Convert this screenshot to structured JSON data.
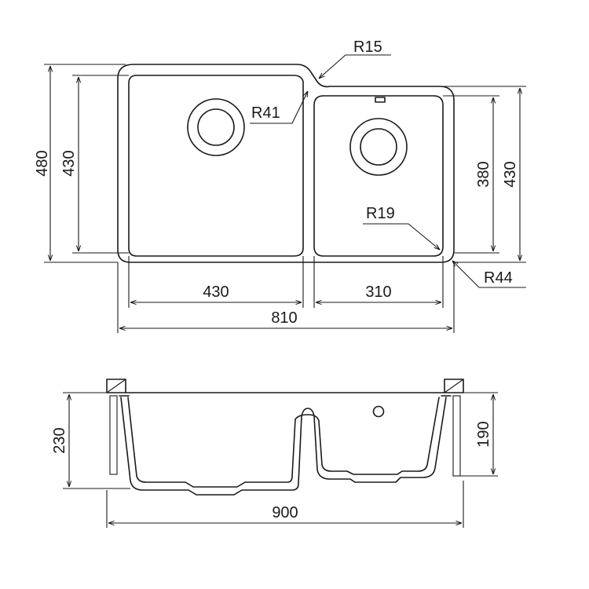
{
  "top_view": {
    "dims": {
      "overall_height": "480",
      "left_bowl_height": "430",
      "right_bowl_depth": "380",
      "right_outer_height": "430",
      "left_bowl_width": "430",
      "right_bowl_width": "310",
      "overall_width": "810"
    },
    "radii": {
      "outer_notch": "R15",
      "inner_notch": "R41",
      "right_inner_corner": "R19",
      "outer_corner": "R44"
    }
  },
  "side_view": {
    "dims": {
      "left_depth": "230",
      "right_depth": "190",
      "overall_width": "900"
    }
  }
}
